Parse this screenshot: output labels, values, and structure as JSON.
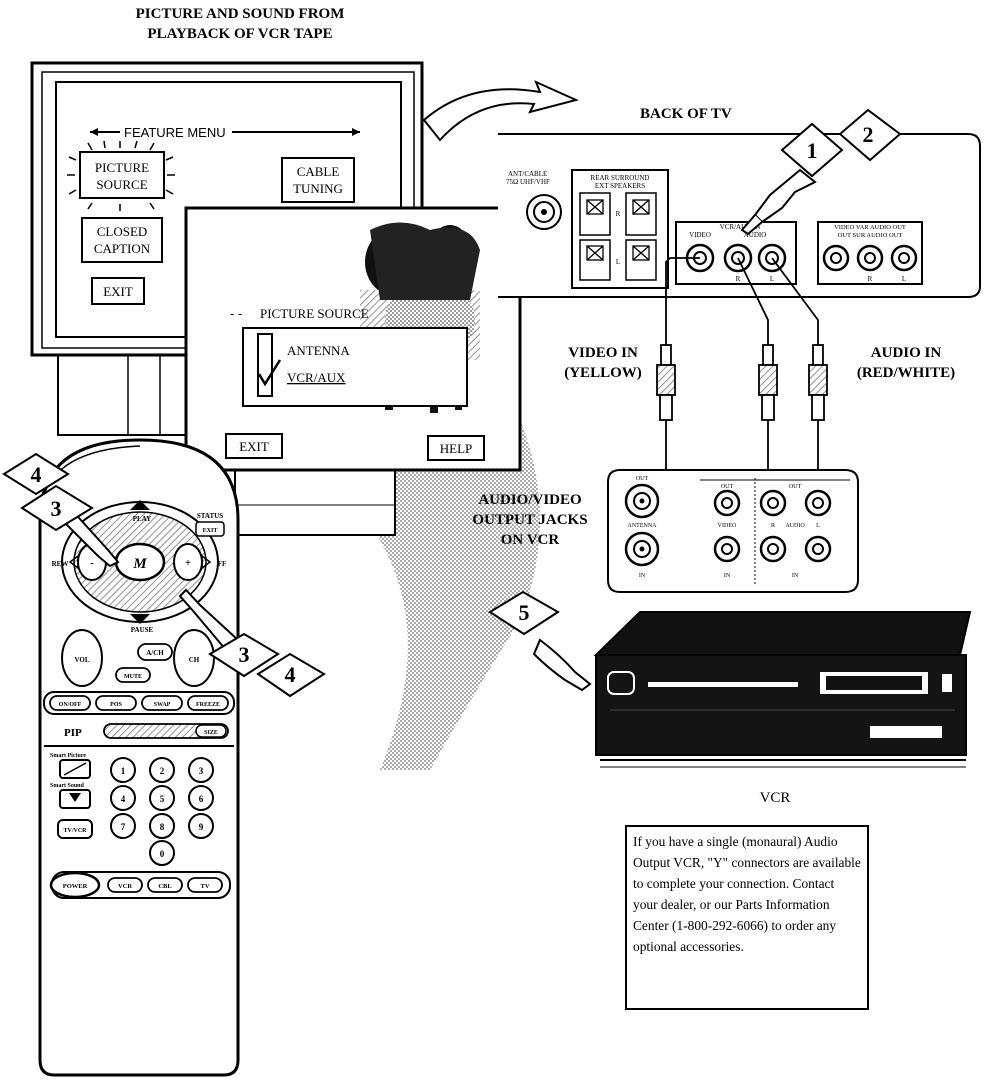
{
  "top_caption": [
    "PICTURE AND SOUND FROM",
    "PLAYBACK OF VCR TAPE"
  ],
  "back_of_tv": "BACK OF TV",
  "tv_menu": {
    "feature_menu": "FEATURE MENU",
    "picture_source": [
      "PICTURE",
      "SOURCE"
    ],
    "cable_tuning": [
      "CABLE",
      "TUNING"
    ],
    "closed_caption": [
      "CLOSED",
      "CAPTION"
    ],
    "exit": "EXIT"
  },
  "popup": {
    "title": "PICTURE SOURCE",
    "options": [
      "ANTENNA",
      "VCR/AUX"
    ],
    "selected_index": 1,
    "exit": "EXIT",
    "help": "HELP"
  },
  "tv_back_panel": {
    "ant_cable": [
      "ANT/CABLE",
      "75Ω UHF/VHF"
    ],
    "rear_surround": [
      "REAR SURROUND",
      "EXT SPEAKERS"
    ],
    "rear_r": "R",
    "rear_l": "L",
    "vcr_aux_in": "VCR/AUX IN",
    "video": "VIDEO",
    "audio": "AUDIO",
    "r": "R",
    "l": "L",
    "out_group": [
      "VIDEO VAR AUDIO OUT",
      "OUT   SUR AUDIO OUT"
    ]
  },
  "cables": {
    "video_in": [
      "VIDEO IN",
      "(YELLOW)"
    ],
    "audio_in": [
      "AUDIO IN",
      "(RED/WHITE)"
    ]
  },
  "vcr_jacks": {
    "caption": [
      "AUDIO/VIDEO",
      "OUTPUT JACKS",
      "ON VCR"
    ],
    "out": "OUT",
    "antenna": "ANTENNA",
    "video": "VIDEO",
    "audio_r": "R",
    "audio": "AUDIO",
    "audio_l": "L",
    "in": "IN"
  },
  "vcr_label": "VCR",
  "steps": {
    "s1": "1",
    "s2": "2",
    "s3a": "3",
    "s4a": "4",
    "s3b": "3",
    "s4b": "4",
    "s5": "5"
  },
  "remote": {
    "play": "PLAY",
    "status": "STATUS",
    "exit": "EXIT",
    "rew": "REW",
    "ff": "FF",
    "minus": "-",
    "plus": "+",
    "m": "M",
    "pause": "PAUSE",
    "vol": "VOL",
    "ch": "CH",
    "ach": "A/CH",
    "mute": "MUTE",
    "pip_row": [
      "ON/OFF",
      "POS",
      "SWAP",
      "FREEZE"
    ],
    "pip": "PIP",
    "size": "SIZE",
    "smart_picture": "Smart Picture",
    "smart_sound": "Smart Sound",
    "tv_vcr": "TV/VCR",
    "numbers": [
      "1",
      "2",
      "3",
      "4",
      "5",
      "6",
      "7",
      "8",
      "9",
      "0"
    ],
    "bottom_row": [
      "POWER",
      "VCR",
      "CBL",
      "TV"
    ]
  },
  "note_text": "If you have a single (monaural) Audio Output VCR, \"Y\" connectors are available to complete your connection. Contact your dealer, or our Parts Information Center (1-800-292-6066) to order any optional accessories.",
  "colors": {
    "ink": "#000000",
    "paper": "#ffffff",
    "shade": "#b0b0b0"
  }
}
